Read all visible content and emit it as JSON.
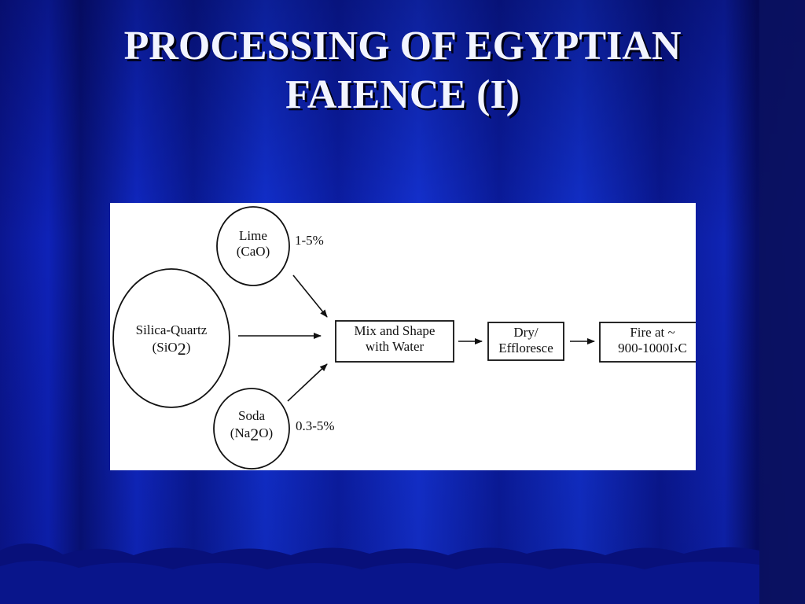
{
  "slide": {
    "title_line1": "PROCESSING OF EGYPTIAN",
    "title_line2": "FAIENCE (I)"
  },
  "diagram": {
    "lime": {
      "name": "Lime",
      "formula": "(CaO)",
      "percent": "1-5%"
    },
    "silica": {
      "name": "Silica-Quartz",
      "formula_pre": "(SiO",
      "formula_sub": "2",
      "formula_post": ")"
    },
    "soda": {
      "name": "Soda",
      "formula_pre": "(Na",
      "formula_sub": "2",
      "formula_post": "O)",
      "percent": "0.3-5%"
    },
    "mix": {
      "line1": "Mix and Shape",
      "line2": "with Water"
    },
    "dry": {
      "line1": "Dry/",
      "line2": "Effloresce"
    },
    "fire": {
      "line1": "Fire at ~",
      "line2": "900-1000I›C"
    }
  },
  "colors": {
    "background": "#0a1a9a",
    "title": "#f2f4ff",
    "figure_bg": "#ffffff",
    "ink": "#111111"
  }
}
